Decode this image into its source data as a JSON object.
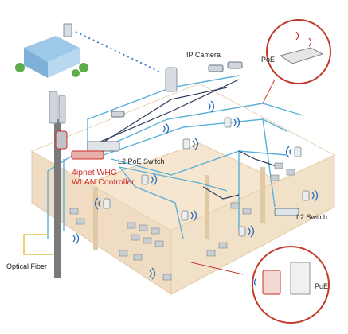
{
  "diagram": {
    "labels": {
      "ip_camera": "IP Camera",
      "poe_top": "PoE",
      "l2_poe_switch": "L2 PoE Switch",
      "controller_line1": "4ipnet WHG",
      "controller_line2": "WLAN Controller",
      "l2_switch": "L2 Switch",
      "optical_fiber": "Optical Fiber",
      "poe_bottom": "PoE"
    },
    "colors": {
      "network_cable": "#5ab0d8",
      "dark_cable": "#2c3a5c",
      "controller_red": "#d02a2a",
      "floor": "#f6e6cf",
      "wall": "#efdcc2",
      "fiber": "#e6c04a"
    }
  }
}
